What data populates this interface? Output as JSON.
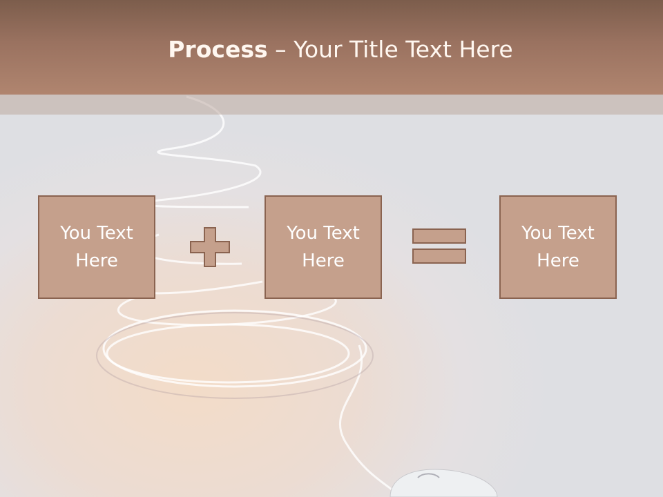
{
  "slide": {
    "title_bold": "Process",
    "title_rest": " – Your Title Text Here",
    "boxes": [
      {
        "text": "You Text Here"
      },
      {
        "text": "You Text Here"
      },
      {
        "text": "You Text Here"
      }
    ],
    "operators": [
      "plus-icon",
      "equals-icon"
    ],
    "colors": {
      "header": "#a07866",
      "box_fill": "#c5a08c",
      "box_border": "#8a6350"
    }
  }
}
